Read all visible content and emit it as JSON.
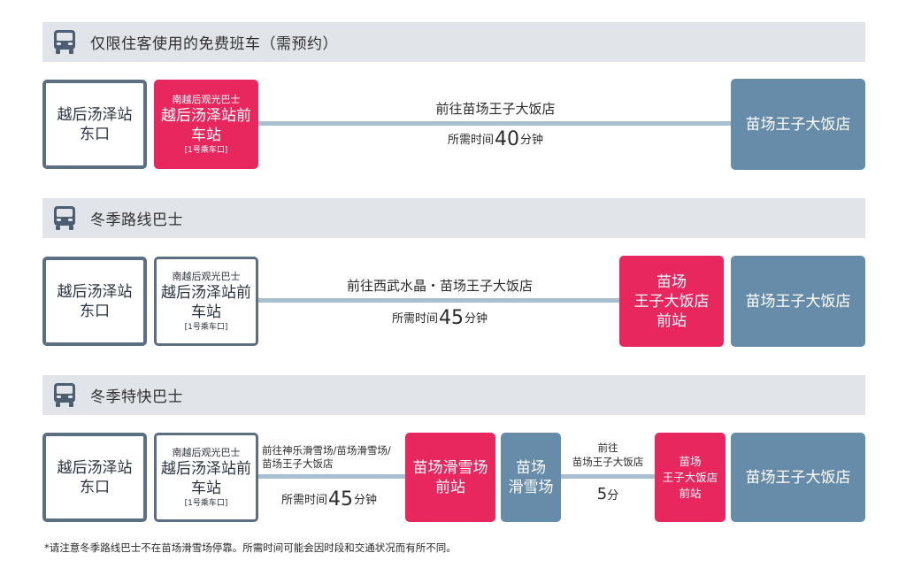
{
  "colors": {
    "header_bg": "#e1e5ea",
    "outline": "#5b6e82",
    "red": "#e8275f",
    "blue": "#678ca9",
    "line": "#a8bfd0"
  },
  "icon": "bus-icon",
  "common": {
    "start": [
      "越后汤泽站",
      "东口"
    ],
    "stop_top": "南越后观光巴士",
    "stop_main": [
      "越后汤泽站前",
      "车站"
    ],
    "stop_bottom": "[1号乘车口]",
    "hotel": "苗场王子大饭店",
    "time_prefix": "所需时间",
    "time_suffix": "分钟"
  },
  "routes": [
    {
      "title": "仅限住客使用的免费班车（需预约）",
      "route_label": "前往苗场王子大饭店",
      "minutes": "40"
    },
    {
      "title": "冬季路线巴士",
      "route_label": "前往西武水晶・苗场王子大饭店",
      "minutes": "45",
      "hotel_front": [
        "苗场",
        "王子大饭店",
        "前站"
      ]
    },
    {
      "title": "冬季特快巴士",
      "route_label": [
        "前往神乐滑雪场/苗场滑雪场/",
        "苗场王子大饭店"
      ],
      "minutes": "45",
      "ski_front": [
        "苗场滑雪场",
        "前站"
      ],
      "ski": [
        "苗场",
        "滑雪场"
      ],
      "leg2_label": [
        "前往",
        "苗场王子大饭店"
      ],
      "leg2_minutes": "5",
      "leg2_unit": "分",
      "hotel_front": [
        "苗场",
        "王子大饭店",
        "前站"
      ]
    }
  ],
  "footnote": "*请注意冬季路线巴士不在苗场滑雪场停靠。所需时间可能会因时段和交通状况而有所不同。"
}
